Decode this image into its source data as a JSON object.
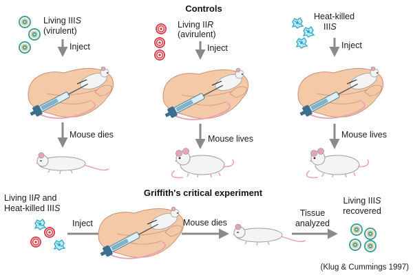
{
  "headings": {
    "controls": "Controls",
    "experiment": "Griffith's critical experiment"
  },
  "controls": [
    {
      "strain_line1": "Living III",
      "strain_line1_italic": "S",
      "strain_line2": "(virulent)",
      "inject": "Inject",
      "outcome": "Mouse dies"
    },
    {
      "strain_line1": "Living II",
      "strain_line1_italic": "R",
      "strain_line2": "(avirulent)",
      "inject": "Inject",
      "outcome": "Mouse lives"
    },
    {
      "strain_line1": "Heat-killed",
      "strain_line2": "III",
      "strain_line2_italic": "S",
      "inject": "Inject",
      "outcome": "Mouse lives"
    }
  ],
  "experiment": {
    "mix_line1": "Living II",
    "mix_line1_italic": "R",
    "mix_line1_rest": " and",
    "mix_line2": "Heat-killed III",
    "mix_line2_italic": "S",
    "inject": "Inject",
    "outcome": "Mouse dies",
    "tissue_line1": "Tissue",
    "tissue_line2": "analyzed",
    "recovered_line1": "Living III",
    "recovered_line1_italic": "S",
    "recovered_line2": "recovered"
  },
  "citation": "(Klug & Cummings 1997)",
  "colors": {
    "virulent_cell": "#3aa39b",
    "avirulent_cell": "#d8434f",
    "heat_killed_cell": "#35a9c9",
    "hand_skin": "#f3c9a8",
    "mouse_body": "#f4f4f4",
    "mouse_pink": "#e8a4b4",
    "arrow": "#8a8a8a"
  }
}
